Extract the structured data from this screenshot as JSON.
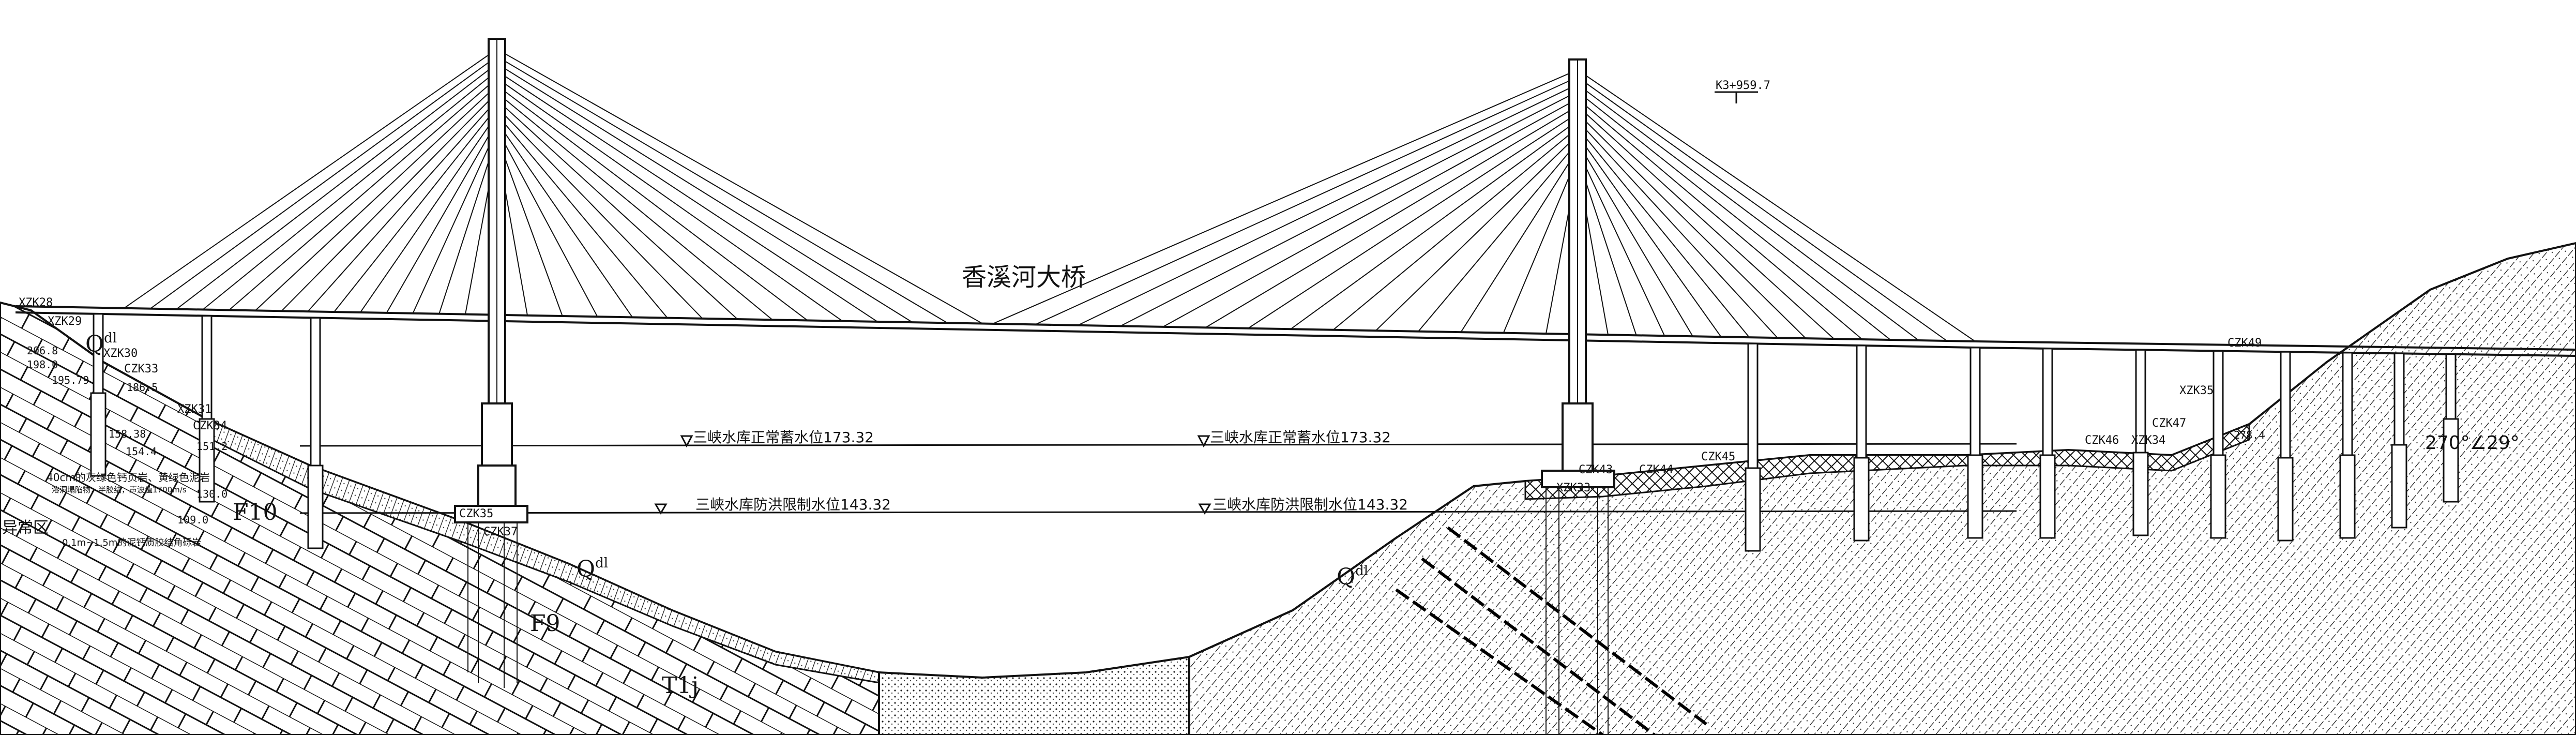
{
  "drawing": {
    "bridge_name": "香溪河大桥",
    "station": "K3+959.7",
    "water_levels": [
      {
        "label": "三峡水库正常蓄水位173.32",
        "value": 173.32
      },
      {
        "label": "三峡水库防洪限制水位143.32",
        "value": 143.32
      }
    ],
    "boreholes": {
      "xzk28": "XZK28",
      "xzk29": "XZK29",
      "xzk30": "XZK30",
      "czk33": "CZK33",
      "xzk31": "XZK31",
      "czk34": "CZK34",
      "czk35": "CZK35",
      "czk37": "CZK37",
      "xzk33": "XZK33",
      "czk43": "CZK43",
      "czk44": "CZK44",
      "czk45": "CZK45",
      "czk46": "CZK46",
      "xzk34": "XZK34",
      "czk47": "CZK47",
      "xzk35": "XZK35",
      "czk49": "CZK49"
    },
    "geology": {
      "qdl": "Q",
      "qdl_sup": "dl",
      "t1j": "T1j",
      "f9": "F9",
      "f10": "F10",
      "anomaly_zone": "异常区",
      "note_shale": "40cm的灰绿色钙页岩、黄绿色泥岩",
      "note_cave": "溶洞塌陷物，半胶结，声波值1700m/s",
      "note_breccia": "0.1m~1.5m的泥钙质胶结角砾岩",
      "attitude": "270°∠29°"
    },
    "elevations": [
      "206.8",
      "198.0",
      "195.79",
      "186.5",
      "158.38",
      "154.4",
      "151.2",
      "130.0",
      "109.0",
      "278.4"
    ]
  }
}
